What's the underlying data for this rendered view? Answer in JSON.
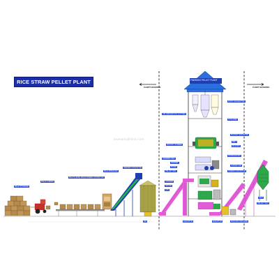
{
  "title": "RICE STRAW PELLET PLANT",
  "watermark": "biomass@sino.com",
  "boundaries": {
    "left": "CLIENT BUILDING",
    "right": "CLIENT BUILDING"
  },
  "tower_label": "FINISHED PELLET PLANT",
  "labels": {
    "bale_storage": "BALE STORAGE",
    "bale_loader": "BALE LOADER",
    "feed_conveyor": "MULTI-LEVEL BALE INFEED CONVEYOR",
    "breaker": "BALE BREAKER",
    "feed_conveyor_2": "FEEDER CONVEYOR",
    "air_separation": "AIR SEPARATION SYSTEM",
    "dust_collector": "DUST COLLECTOR",
    "screen": "ROTARY SCREEN",
    "hammer_mill": "HAMMER MILL",
    "dryer": "FEEDER",
    "mixer": "MIXER",
    "pellet_mill": "PELLET MILL",
    "cooler": "COOLER",
    "sifter": "SIFTER",
    "bucket_1": "BUCKET ELEVATOR",
    "pellet_silo": "PELLET SILO",
    "silo": "SILO",
    "packing": "PACKING MACHINE",
    "conveyor_l1": "CONVEYOR",
    "conveyor_l2": "SCREW CONVEYOR",
    "fan": "FAN",
    "elevator_a": "ELEVATOR",
    "elevator_b": "ELEVATOR",
    "cyclone": "CYCLONE",
    "belt": "BELT",
    "magnet": "MAGNET",
    "storage_bin": "STORAGE BIN",
    "bin": "BIN"
  },
  "colors": {
    "title_bg": "#1c2ea8",
    "label_bg": "#2a47c9",
    "conveyor_pink": "#e25cd8",
    "ramp_blue": "#1f3fae",
    "ramp_green": "#22b24c",
    "tower_roof": "#2b6fe0",
    "machine_green": "#2ea84a",
    "bale_brown": "#b58a4a",
    "olive": "#a8a246",
    "yellow": "#e6c02a"
  }
}
